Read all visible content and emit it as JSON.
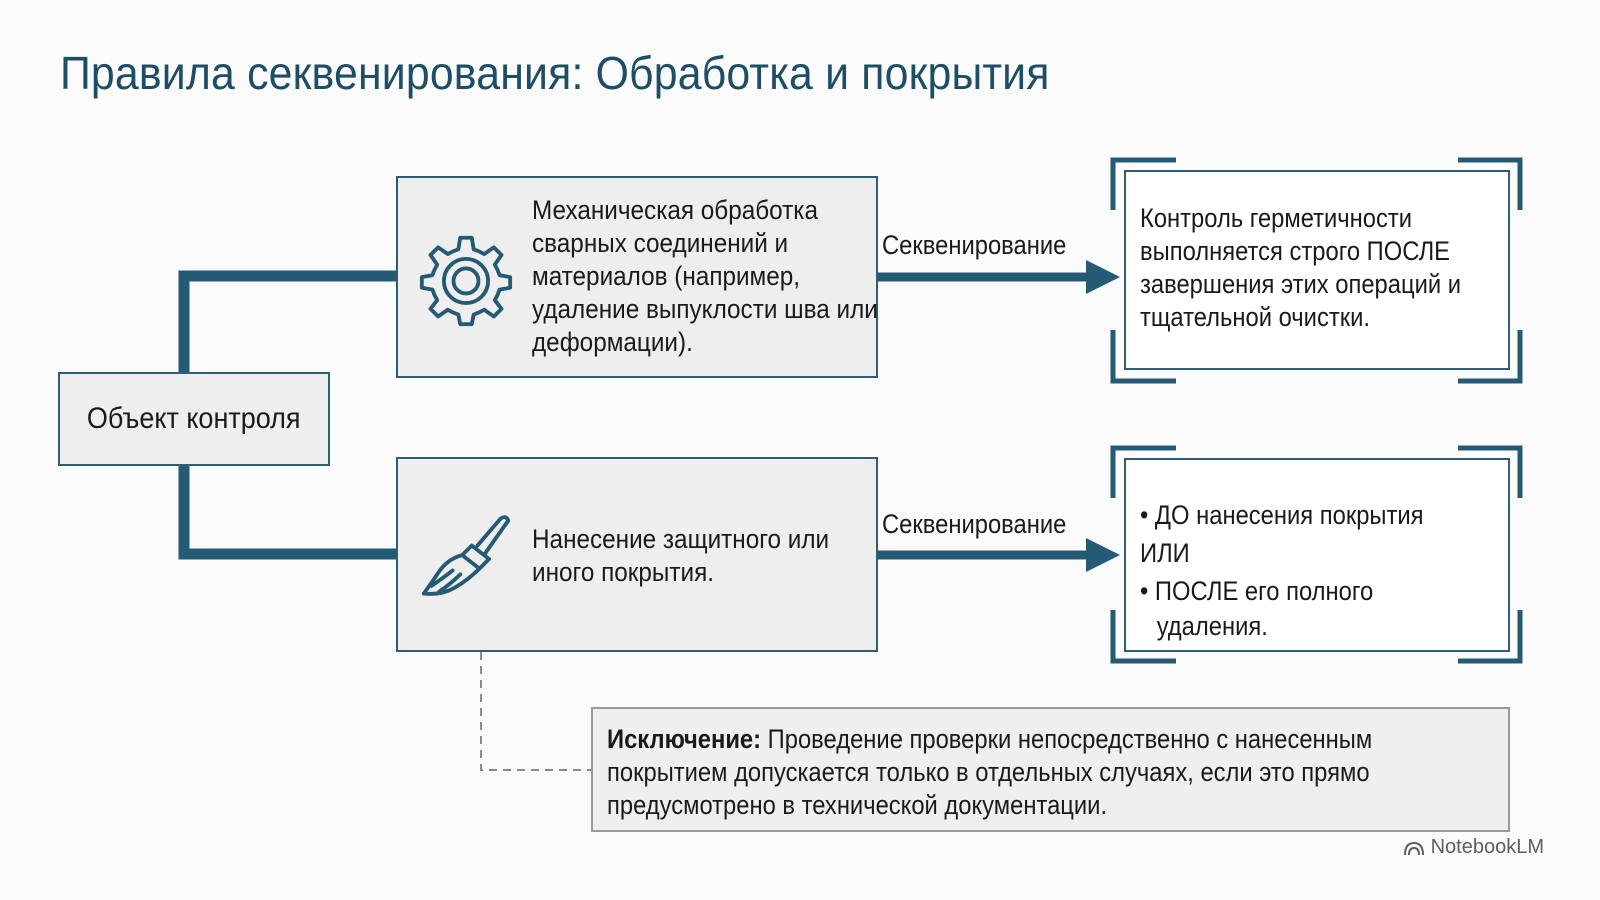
{
  "title": "Правила секвенирования: Обработка и покрытия",
  "object_box": {
    "label": "Объект контроля"
  },
  "processes": [
    {
      "icon": "gear-icon",
      "text": "Механическая обработка сварных соединений и материалов (например, удаление выпуклости шва или деформации).",
      "arrow_label": "Секвенирование",
      "result": "Контроль герметичности выполняется строго ПОСЛЕ завершения этих операций и тщательной очистки."
    },
    {
      "icon": "paintbrush-icon",
      "text": "Нанесение защитного или иного покрытия.",
      "arrow_label": "Секвенирование",
      "result_items": [
        "ДО нанесения покрытия",
        "ИЛИ",
        "ПОСЛЕ его полного",
        "удаления."
      ]
    }
  ],
  "exception": {
    "label": "Исключение:",
    "text": "Проведение проверки непосредственно с нанесенным покрытием допускается только в отдельных случаях, если это прямо предусмотрено  в технической документации."
  },
  "brand": "NotebookLM",
  "colors": {
    "accent": "#1d4e66",
    "line": "#255a75",
    "box_fill": "#eeeeee",
    "box_border": "#2f5d75"
  }
}
